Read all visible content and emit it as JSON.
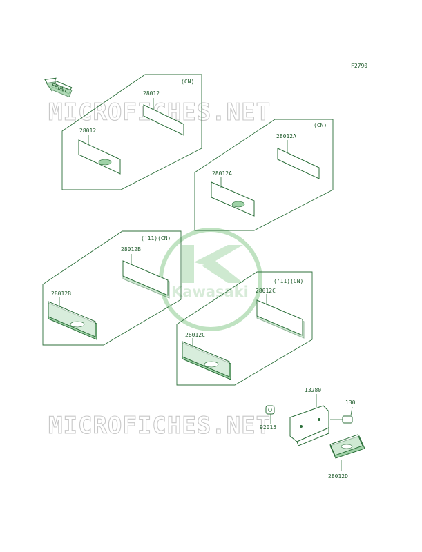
{
  "figure_code": "F2790",
  "front_arrow_label": "FRONT",
  "watermark": {
    "text": "MICROFICHES.NET",
    "logo_text": "Kawasaki",
    "logo_letter": "K"
  },
  "panels": {
    "p1": {
      "variant": "(CN)",
      "parts": [
        "28012",
        "28012"
      ]
    },
    "p2": {
      "variant": "(CN)",
      "parts": [
        "28012A",
        "28012A"
      ]
    },
    "p3": {
      "variant": "('11)(CN)",
      "parts": [
        "28012B",
        "28012B"
      ]
    },
    "p4": {
      "variant": "('11)(CN)",
      "parts": [
        "28012C",
        "28012C"
      ]
    }
  },
  "bracket_assembly": {
    "bracket": "13280",
    "bolt": "130",
    "nut": "92015",
    "reflector": "28012D"
  },
  "colors": {
    "line": "#2c6f3a",
    "text": "#1e5a2a",
    "fill": "#9fd2a7",
    "watermark": "#c8c8c8",
    "logo": "#5fae62"
  }
}
